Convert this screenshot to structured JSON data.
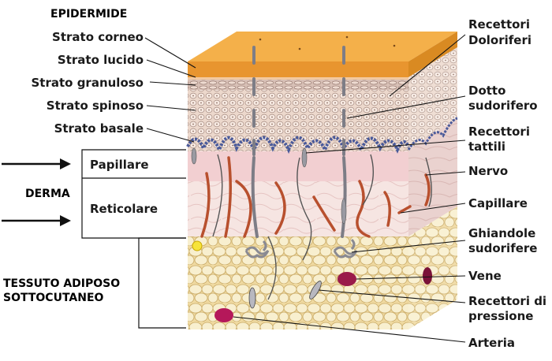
{
  "labels": {
    "epidermide": "EPIDERMIDE",
    "strato_corneo": "Strato corneo",
    "strato_lucido": "Strato lucido",
    "strato_granuloso": "Strato granuloso",
    "strato_spinoso": "Strato spinoso",
    "strato_basale": "Strato basale",
    "papillare": "Papillare",
    "derma": "DERMA",
    "reticolare": "Reticolare",
    "tessuto_line1": "TESSUTO ADIPOSO",
    "tessuto_line2": "SOTTOCUTANEO",
    "recettori_dolori_1": "Recettori",
    "recettori_dolori_2": "Doloriferi",
    "dotto_1": "Dotto",
    "dotto_2": "sudorifero",
    "recettori_tattili_1": "Recettori",
    "recettori_tattili_2": "tattili",
    "nervo": "Nervo",
    "capillare": "Capillare",
    "ghiandole_1": "Ghiandole",
    "ghiandole_2": "sudorifere",
    "vene": "Vene",
    "pressione_1": "Recettori di",
    "pressione_2": "pressione",
    "arteria": "Arteria"
  },
  "colors": {
    "corneo": "#f0a43a",
    "corneo_side": "#d98a22",
    "epidermis": "#e9d3c6",
    "basale": "#4a5a9a",
    "papillare": "#f4d2d4",
    "reticolare": "#f6e3e1",
    "adiposo": "#f5e3b0",
    "fat_cell": "#f8efcf",
    "capillary": "#b8502e",
    "vein": "#9a1a4a",
    "nerve": "#5a5a5a"
  }
}
